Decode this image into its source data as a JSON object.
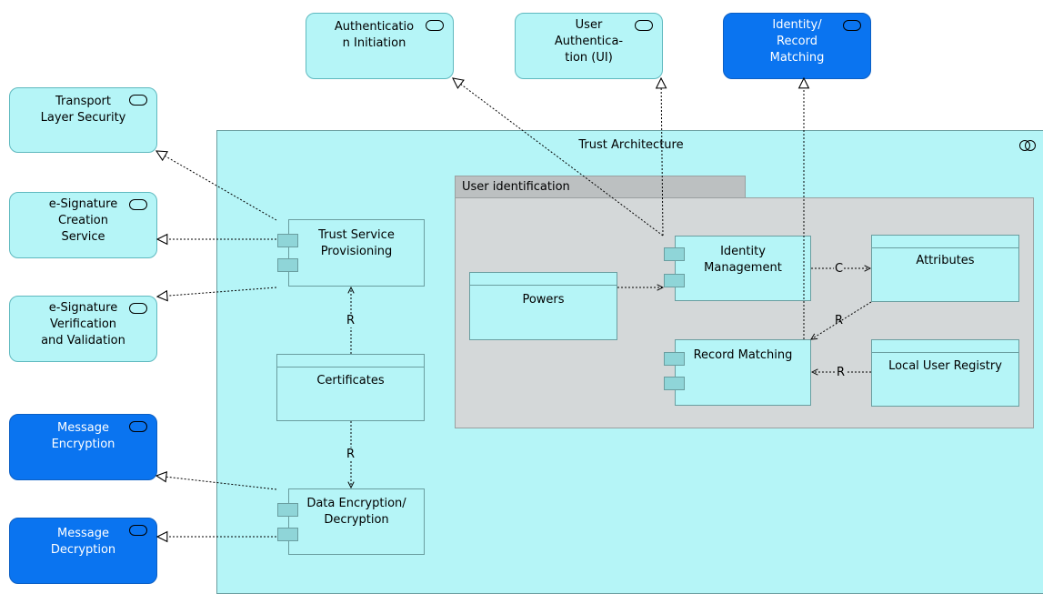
{
  "nodes": {
    "trust_architecture": "Trust Architecture",
    "user_identification": "User identification",
    "authentication_initiation": "Authenticatio\nn Initiation",
    "user_authentication": "User\nAuthentica-\ntion (UI)",
    "identity_record_matching": "Identity/\nRecord\nMatching",
    "transport_layer_security": "Transport\nLayer Security",
    "esignature_creation": "e-Signature\nCreation\nService",
    "esignature_verification": "e-Signature\nVerification\nand Validation",
    "message_encryption": "Message\nEncryption",
    "message_decryption": "Message\nDecryption",
    "trust_service_provisioning": "Trust Service\nProvisioning",
    "certificates": "Certificates",
    "data_encryption": "Data Encryption/\nDecryption",
    "powers": "Powers",
    "identity_management": "Identity\nManagement",
    "attributes": "Attributes",
    "record_matching": "Record Matching",
    "local_user_registry": "Local User Registry"
  },
  "edge_labels": {
    "certificates_to_tsp": "R",
    "certificates_to_data_enc": "R",
    "idm_to_attributes": "C",
    "attributes_to_record_matching": "R",
    "registry_to_record_matching": "R"
  },
  "colors": {
    "service_light": "#b5f5f7",
    "service_dark": "#0a74f0",
    "group_fill": "#d4d8d9"
  }
}
